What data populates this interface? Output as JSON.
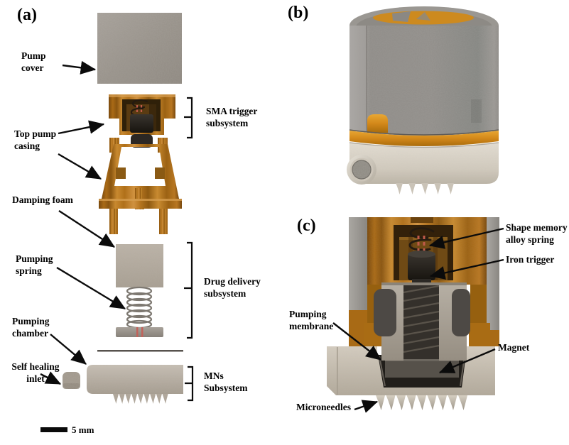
{
  "panel_a": {
    "label": "(a)",
    "callouts": {
      "pump_cover": "Pump\ncover",
      "top_pump_casing": "Top pump\ncasing",
      "damping_foam": "Damping foam",
      "pumping_spring": "Pumping\nspring",
      "pumping_chamber": "Pumping\nchamber",
      "self_healing_inlet": "Self healing\ninlet"
    },
    "brackets": {
      "sma_trigger_subsystem": "SMA trigger\nsubsystem",
      "drug_delivery_subsystem": "Drug delivery\nsubsystem",
      "mns_subsystem": "MNs\nSubsystem"
    },
    "scale_bar": {
      "label": "5 mm"
    }
  },
  "panel_b": {
    "label": "(b)"
  },
  "panel_c": {
    "label": "(c)",
    "callouts": {
      "shape_memory_alloy_spring": "Shape memory\nalloy spring",
      "iron_trigger": "Iron trigger",
      "pumping_membrane": "Pumping\nmembrane",
      "magnet": "Magnet",
      "microneedles": "Microneedles"
    }
  },
  "colors": {
    "copper": "#b5731f",
    "orange_band": "#d4881b",
    "metal_grey": "#94908a",
    "cream_plastic": "#d5cec3",
    "label_text": "#000000",
    "background": "#ffffff"
  }
}
